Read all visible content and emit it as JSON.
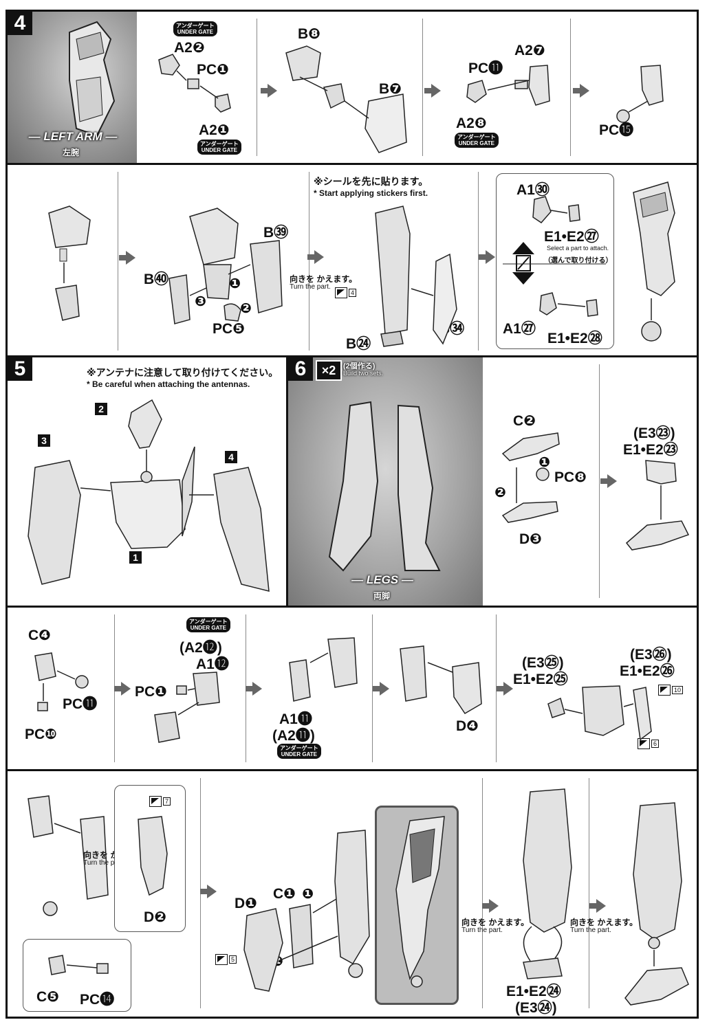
{
  "step4": {
    "number": "4",
    "section_label": "— LEFT ARM —",
    "section_sub": "左腕",
    "under_gate_jp": "アンダーゲート",
    "under_gate_en": "UNDER GATE",
    "parts": {
      "a2_2": "A2❷",
      "pc_1": "PC❶",
      "a2_1": "A2❶",
      "b_8": "B❽",
      "b_7": "B❼",
      "pc_11": "PC⓫",
      "a2_7": "A2❼",
      "a2_8": "A2❽",
      "pc_15": "PC⓯",
      "b_39": "B㊴",
      "b_40": "B㊵",
      "pc_5": "PC❺",
      "b_24": "B㉔",
      "b_34": "B㉞",
      "a1_30": "A1㉚",
      "e1e2_27": "E1•E2㉗",
      "a1_27": "A1㉗",
      "e1e2_28": "E1•E2㉘"
    },
    "sticker_note_jp": "※シールを先に貼ります。",
    "sticker_note_en": "* Start applying stickers first.",
    "turn_jp": "向きを かえます。",
    "turn_en": "Turn the part.",
    "select_en": "Select a part to attach.",
    "select_jp": "（選んで取り付ける）",
    "sticker_4": "4",
    "callouts": {
      "c1": "❶",
      "c2": "❷",
      "c3": "❸"
    }
  },
  "step5": {
    "number": "5",
    "note_jp": "※アンテナに注意して取り付けてください。",
    "note_en": "* Be careful when attaching the antennas.",
    "tags": {
      "t1": "1",
      "t2": "2",
      "t3": "3",
      "t4": "4"
    }
  },
  "step6": {
    "number": "6",
    "times": "×2",
    "times_jp": "(2個作る)",
    "times_en": "Build two sets.",
    "section_label": "— LEGS —",
    "section_sub": "両脚",
    "parts": {
      "c_2": "C❷",
      "pc_8": "PC❽",
      "d_3": "D❸",
      "e3_23": "(E3㉓)",
      "e1e2_23": "E1•E2㉓",
      "c_4": "C❹",
      "pc_11": "PC⓫",
      "pc_10": "PC❿",
      "a2_12": "(A2⓬)",
      "a1_12": "A1⓬",
      "pc_1": "PC❶",
      "a1_11": "A1⓫",
      "a2_11": "(A2⓫)",
      "d_4": "D❹",
      "e3_25": "(E3㉕)",
      "e1e2_25": "E1•E2㉕",
      "e3_26": "(E3㉖)",
      "e1e2_26": "E1•E2㉖",
      "d_2": "D❷",
      "c_5": "C❺",
      "pc_14": "PC⓮",
      "d_1": "D❶",
      "c_1": "C❶",
      "e1e2_24": "E1•E2㉔",
      "e3_24": "(E3㉔)"
    },
    "stickers": {
      "s10": "10",
      "s6": "6",
      "s7": "7",
      "s5": "5"
    },
    "turn_jp": "向きを かえます。",
    "turn_en": "Turn the part.",
    "callouts": {
      "c1": "❶",
      "c2": "❷"
    }
  },
  "colors": {
    "ink": "#111111",
    "arrow": "#666666",
    "photo_bg": "#8a8a8a"
  }
}
